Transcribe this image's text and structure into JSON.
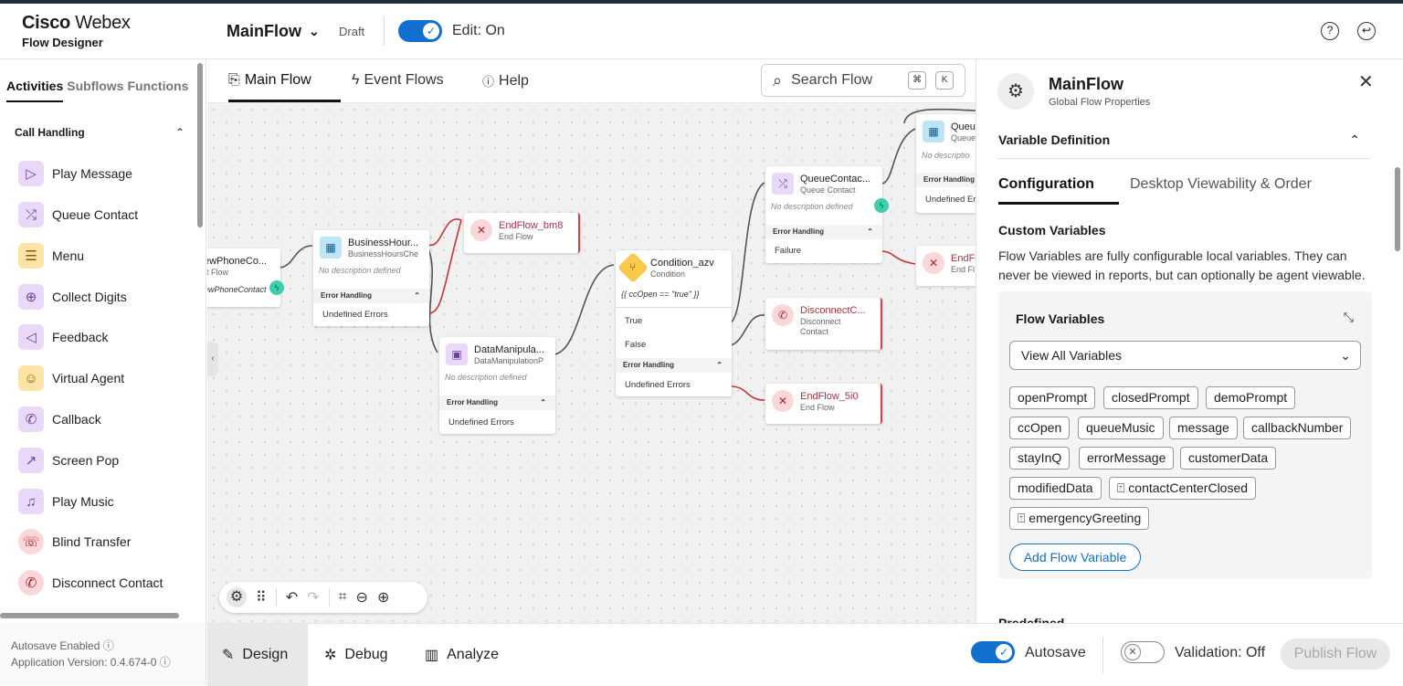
{
  "header": {
    "brand_line1_bold": "Cisco",
    "brand_line1_rest": " Webex",
    "brand_line2": "Flow Designer",
    "flow_name": "MainFlow",
    "status": "Draft",
    "edit_label": "Edit: On"
  },
  "left_panel": {
    "tabs": [
      "Activities",
      "Subflows",
      "Functions"
    ],
    "section": "Call Handling",
    "items": [
      {
        "label": "Play Message",
        "icon": "play-icon",
        "glyph": "▶"
      },
      {
        "label": "Queue Contact",
        "icon": "shuffle-icon",
        "glyph": "⤮"
      },
      {
        "label": "Menu",
        "icon": "menu-list-icon",
        "glyph": "☰"
      },
      {
        "label": "Collect Digits",
        "icon": "collect-digits-icon",
        "glyph": "⊕"
      },
      {
        "label": "Feedback",
        "icon": "megaphone-icon",
        "glyph": "📢"
      },
      {
        "label": "Virtual Agent",
        "icon": "bot-icon",
        "glyph": "☺"
      },
      {
        "label": "Callback",
        "icon": "callback-icon",
        "glyph": "✆"
      },
      {
        "label": "Screen Pop",
        "icon": "external-link-icon",
        "glyph": "↗"
      },
      {
        "label": "Play Music",
        "icon": "music-note-icon",
        "glyph": "♫"
      },
      {
        "label": "Blind Transfer",
        "icon": "blind-transfer-icon",
        "glyph": "☏"
      },
      {
        "label": "Disconnect Contact",
        "icon": "disconnect-icon",
        "glyph": "✆"
      }
    ],
    "footer_autosave": "Autosave Enabled ⓘ",
    "footer_version": "Application Version: 0.4.674-0 ⓘ"
  },
  "canvas": {
    "tabs": [
      "Main Flow",
      "Event Flows",
      "Help"
    ],
    "search_placeholder": "Search Flow",
    "kbd": [
      "⌘",
      "K"
    ],
    "nodes": {
      "start": {
        "title": "ewPhoneCo...",
        "sub": "rt Flow",
        "row": "ewPhoneContact"
      },
      "business": {
        "title": "BusinessHour...",
        "sub": "BusinessHoursChe",
        "desc": "No description defined",
        "eh": "Error Handling",
        "row": "Undefined Errors"
      },
      "endbm8": {
        "title": "EndFlow_bm8",
        "sub": "End Flow"
      },
      "datamanip": {
        "title": "DataManipula...",
        "sub": "DataManipulationP",
        "desc": "No description defined",
        "eh": "Error Handling",
        "row": "Undefined Errors"
      },
      "condition": {
        "title": "Condition_azv",
        "sub": "Condition",
        "expr": "{{ ccOpen == \"true\" }}",
        "row1": "True",
        "row2": "False",
        "eh": "Error Handling",
        "row3": "Undefined Errors"
      },
      "queuecontact": {
        "title": "QueueContac...",
        "sub": "Queue Contact",
        "desc": "No description defined",
        "eh": "Error Handling",
        "row": "Failure"
      },
      "disconnect": {
        "title": "DisconnectC...",
        "sub1": "Disconnect",
        "sub2": "Contact"
      },
      "end5i0": {
        "title": "EndFlow_5i0",
        "sub": "End Flow"
      },
      "queue2": {
        "title": "Queue",
        "sub": "Queue",
        "desc": "No descriptio",
        "eh": "Error Handling",
        "row": "Undefined Er"
      },
      "end3": {
        "title": "EndFl",
        "sub": "End Fl"
      }
    }
  },
  "bottom": {
    "modes": [
      "Design",
      "Debug",
      "Analyze"
    ],
    "autosave": "Autosave",
    "validation": "Validation: Off",
    "publish": "Publish Flow"
  },
  "right_panel": {
    "title": "MainFlow",
    "subtitle": "Global Flow Properties",
    "section": "Variable Definition",
    "tabs": [
      "Configuration",
      "Desktop Viewability & Order"
    ],
    "custom_title": "Custom Variables",
    "custom_desc": "Flow Variables are fully configurable local variables. They can never be viewed in reports, but can optionally be agent viewable.",
    "fv_title": "Flow Variables",
    "fv_select": "View All Variables",
    "chips": [
      "openPrompt",
      "closedPrompt",
      "demoPrompt",
      "ccOpen",
      "queueMusic",
      "message",
      "callbackNumber",
      "stayInQ",
      "errorMessage",
      "customerData",
      "modifiedData",
      "contactCenterClosed",
      "emergencyGreeting"
    ],
    "add_button": "Add Flow Variable",
    "cut_text": "Predefined Variables"
  }
}
